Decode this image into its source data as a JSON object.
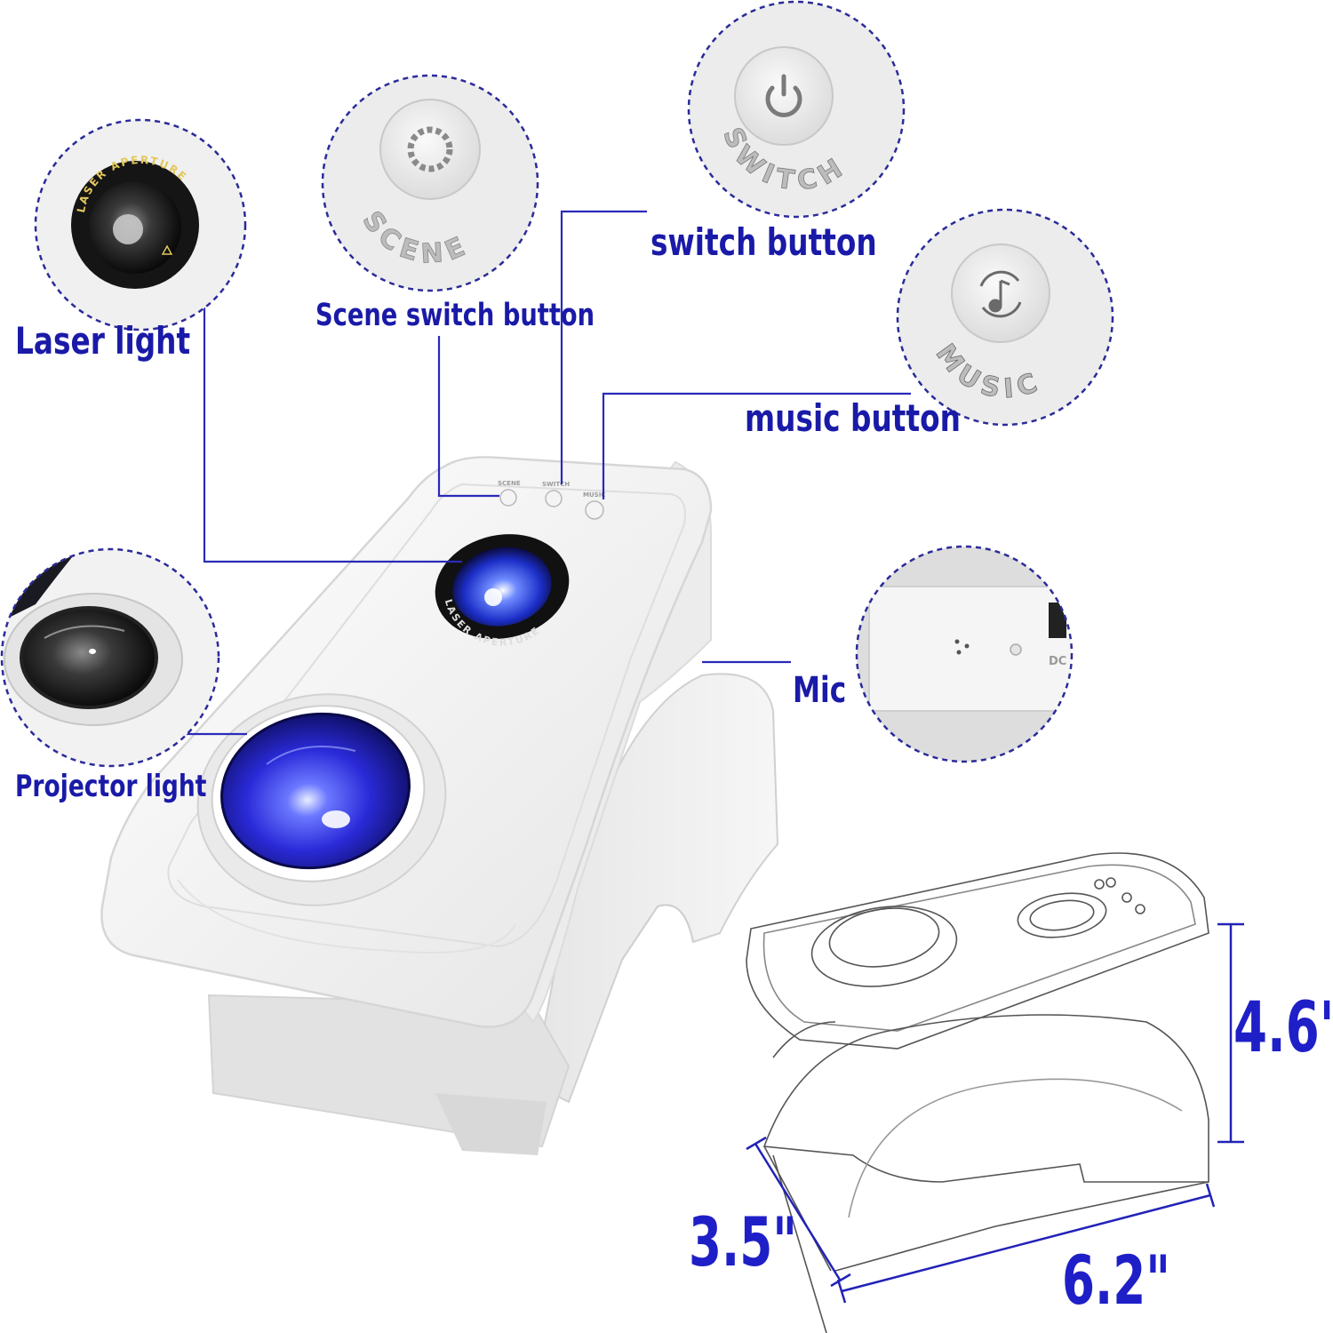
{
  "callouts": {
    "laser_light": "Laser light",
    "scene_switch_button": "Scene switch button",
    "switch_button": "switch button",
    "music_button": "music button",
    "mic": "Mic",
    "projector_light": "Projector light"
  },
  "button_engravings": {
    "scene": "SCENE",
    "switch": "SWITCH",
    "music": "MUSIC",
    "laser_ring": "LASER APERTURE"
  },
  "port_label": "DC",
  "dimensions": {
    "height": "4.6\"",
    "depth": "3.5\"",
    "width": "6.2\""
  },
  "colors": {
    "callout_text": "#1a1aa8",
    "leader_line": "#2a2ab8",
    "dashed_circle": "#2b2b9a",
    "lens_blue": "#2b2bd8",
    "device_body": "#f2f2f2"
  }
}
